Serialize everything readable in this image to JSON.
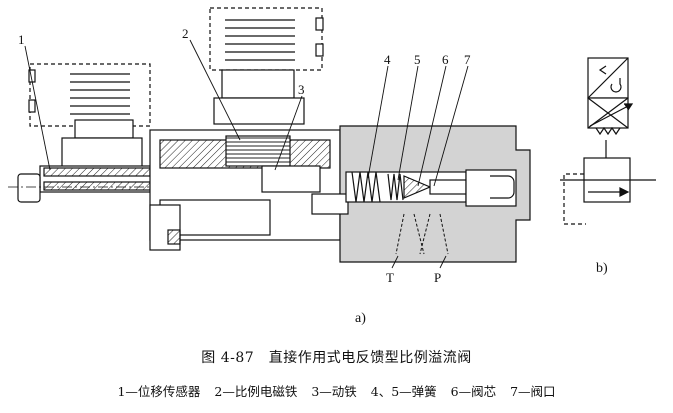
{
  "figure": {
    "callouts": [
      "1",
      "2",
      "3",
      "4",
      "5",
      "6",
      "7"
    ],
    "port_labels": {
      "tank": "T",
      "pressure": "P"
    },
    "subfigure_labels": {
      "a": "a)",
      "b": "b)"
    }
  },
  "caption": "图 4-87　直接作用式电反馈型比例溢流阀",
  "legend": [
    "1—位移传感器",
    "2—比例电磁铁",
    "3—动铁",
    "4、5—弹簧",
    "6—阀芯",
    "7—阀口"
  ]
}
